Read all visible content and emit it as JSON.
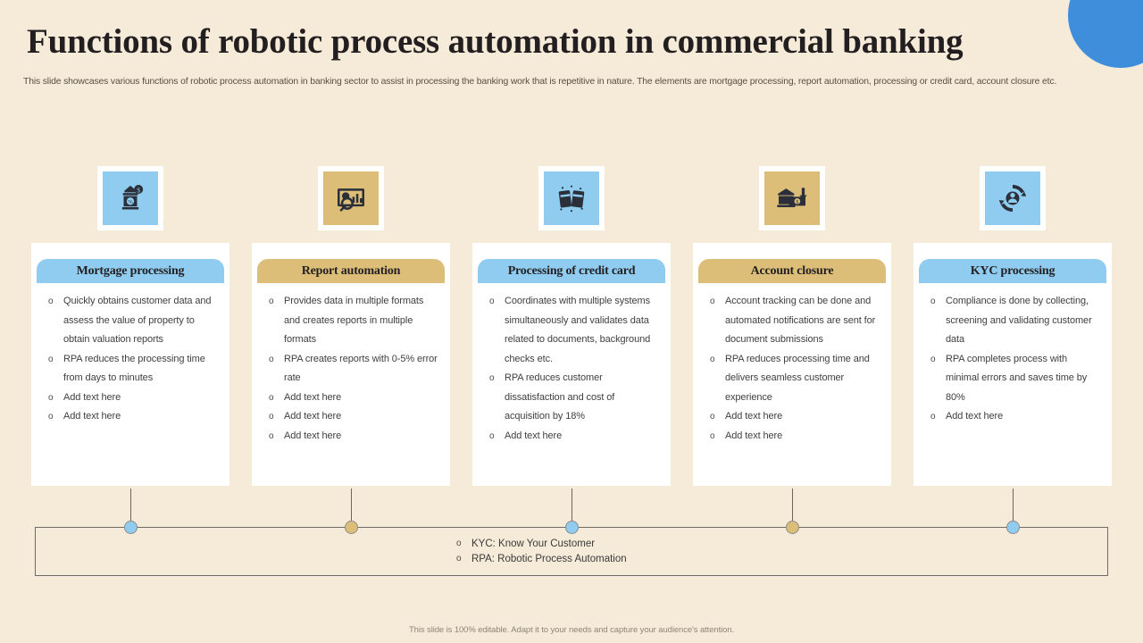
{
  "slide": {
    "title": "Functions of robotic process automation in commercial banking",
    "subtitle": "This slide showcases various functions of robotic process automation in banking sector to assist in processing the banking work that is repetitive in nature. The elements are mortgage processing, report automation, processing or credit card, account closure etc.",
    "footer": "This slide is 100% editable. Adapt it to your needs and capture your audience's attention."
  },
  "theme": {
    "background": "#F5EBD8",
    "accent_blue": "#8FCCF0",
    "accent_tan": "#DCBE79",
    "circle_blue": "#3E8EDC",
    "card_background": "#FFFFFF",
    "line": "#6E6458"
  },
  "columns": [
    {
      "icon": "bank-house-coin-icon",
      "icon_style": "blue",
      "header": "Mortgage processing",
      "header_style": "blue",
      "bullets": [
        "Quickly obtains customer data and assess the value of property to obtain valuation reports",
        "RPA reduces the processing time from days to minutes",
        "Add text here",
        "Add text here"
      ]
    },
    {
      "icon": "report-monitor-magnifier-icon",
      "icon_style": "tan",
      "header": "Report automation",
      "header_style": "tan",
      "bullets": [
        "Provides data in multiple formats and creates reports in multiple formats",
        "RPA creates reports with 0-5% error rate",
        "Add text here",
        "Add text here",
        "Add text here"
      ]
    },
    {
      "icon": "credit-cards-icon",
      "icon_style": "blue",
      "header": "Processing of credit card",
      "header_style": "blue",
      "bullets": [
        "Coordinates with multiple systems simultaneously and validates data related to documents, background checks etc.",
        "RPA reduces customer dissatisfaction and cost of acquisition by 18%",
        "Add text here"
      ]
    },
    {
      "icon": "bank-banknote-icon",
      "icon_style": "tan",
      "header": "Account closure",
      "header_style": "tan",
      "bullets": [
        "Account tracking can be done and automated notifications are sent for document submissions",
        "RPA reduces processing time and delivers seamless customer experience",
        "Add text here",
        "Add text here"
      ]
    },
    {
      "icon": "kyc-person-cycle-icon",
      "icon_style": "blue",
      "header": "KYC processing",
      "header_style": "blue",
      "bullets": [
        "Compliance is done by collecting, screening and validating customer data",
        "RPA completes process with minimal errors and saves time by 80%",
        "Add text here"
      ]
    }
  ],
  "legend": {
    "items": [
      "KYC: Know Your Customer",
      "RPA: Robotic Process Automation"
    ]
  },
  "nodes": [
    {
      "style": "blue"
    },
    {
      "style": "tan"
    },
    {
      "style": "blue"
    },
    {
      "style": "tan"
    },
    {
      "style": "blue"
    }
  ]
}
